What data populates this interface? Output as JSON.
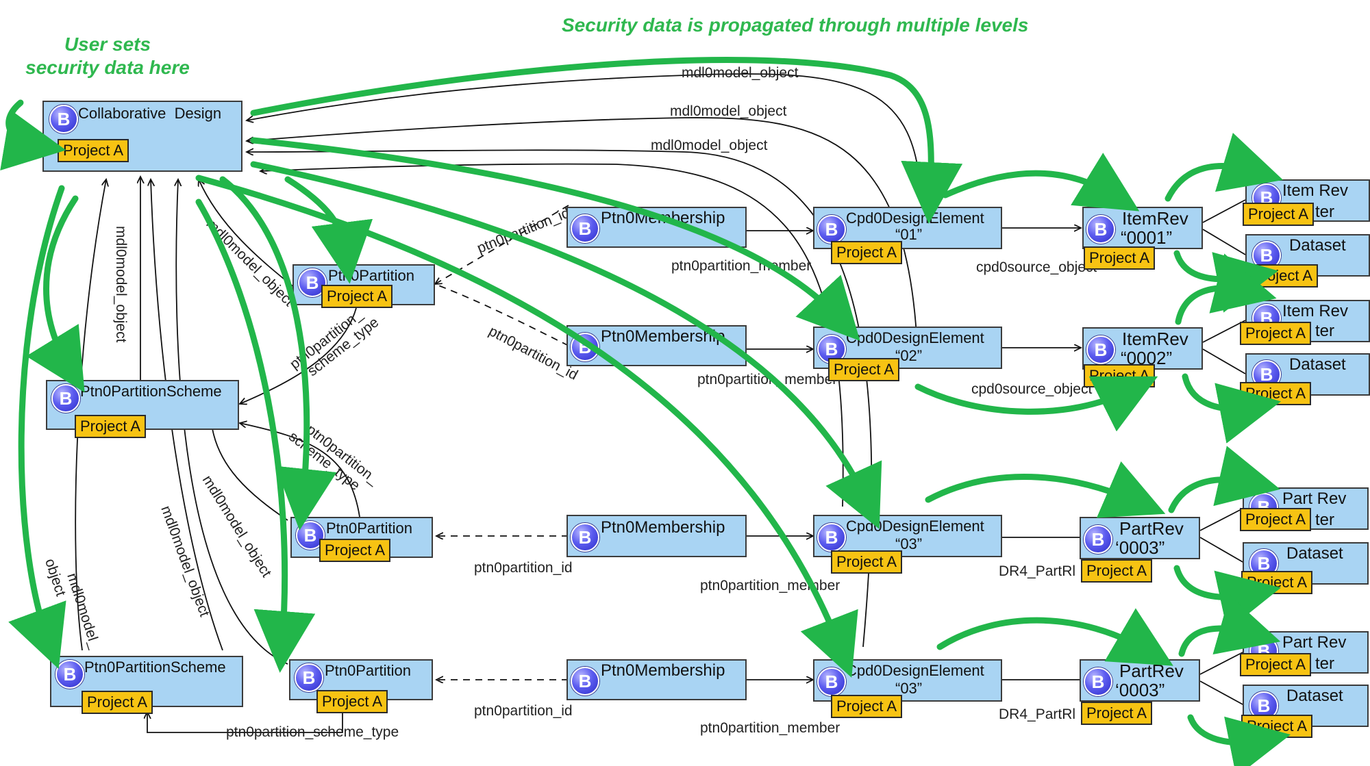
{
  "annotations": {
    "user_sets": [
      "User sets",
      "security data here"
    ],
    "propagated": "Security data is propagated through multiple levels"
  },
  "tag_label": "Project A",
  "icon": {
    "name": "b-icon",
    "glyph": "B"
  },
  "nodes": {
    "collab": {
      "title": "Collaborative  Design"
    },
    "partition1": {
      "title": "Ptn0Partition"
    },
    "scheme1": {
      "title": "Ptn0PartitionScheme"
    },
    "partition2": {
      "title": "Ptn0Partition"
    },
    "scheme2": {
      "title": "Ptn0PartitionScheme"
    },
    "partition3": {
      "title": "Ptn0Partition"
    },
    "membership1": {
      "title": "Ptn0Membership"
    },
    "membership2": {
      "title": "Ptn0Membership"
    },
    "membership3": {
      "title": "Ptn0Membership"
    },
    "membership4": {
      "title": "Ptn0Membership"
    },
    "design1": {
      "title": "Cpd0DesignElement",
      "sub": "“01”"
    },
    "design2": {
      "title": "Cpd0DesignElement",
      "sub": "“02”"
    },
    "design3": {
      "title": "Cpd0DesignElement",
      "sub": "“03”"
    },
    "design4": {
      "title": "Cpd0DesignElement",
      "sub": "“03”"
    },
    "itemrev1": {
      "title": "ItemRev",
      "sub": "“0001”"
    },
    "itemrev2": {
      "title": "ItemRev",
      "sub": "“0002”"
    },
    "partrev1": {
      "title": "PartRev",
      "sub": "‘0003”"
    },
    "partrev2": {
      "title": "PartRev",
      "sub": "‘0003”"
    },
    "itemrevmaster1": {
      "title": "Item Rev",
      "sub": "ter"
    },
    "dataset1": {
      "title": "Dataset"
    },
    "itemrevmaster2": {
      "title": "Item Rev",
      "sub": "ter"
    },
    "dataset2": {
      "title": "Dataset"
    },
    "partrevmaster1": {
      "title": "Part Rev",
      "sub": "ter"
    },
    "dataset3": {
      "title": "Dataset"
    },
    "partrevmaster2": {
      "title": "Part Rev",
      "sub": "ter"
    },
    "dataset4": {
      "title": "Dataset"
    }
  },
  "edge_labels": {
    "mdl_top": "mdl0model_object",
    "mdl_2": "mdl0model_object",
    "mdl_3": "mdl0model_object",
    "mdl_vert": "mdl0model_object",
    "mdl_diag1": "mdl0model_object",
    "mdl_diag2": "mdl0model_object",
    "mdl_diag3": "mdl0model_object",
    "mdl_diag4": "mdl0model_\nobject",
    "partition_id1": "ptn0partition_id",
    "partition_id2": "ptn0partition_id",
    "partition_id3": "ptn0partition_id",
    "partition_id4": "ptn0partition_id",
    "member1": "ptn0partition_member",
    "member2": "ptn0partition_member",
    "member3": "ptn0partition_member",
    "member4": "ptn0partition_member",
    "scheme_type1": "ptn0partition_\nscheme_type",
    "scheme_type2": "ptn0partition_\nscheme_type",
    "scheme_type3": "ptn0partition_scheme_type",
    "source1": "cpd0source_object",
    "source2": "cpd0source_object",
    "dr4_1": "DR4_PartRl",
    "dr4_2": "DR4_PartRl"
  }
}
